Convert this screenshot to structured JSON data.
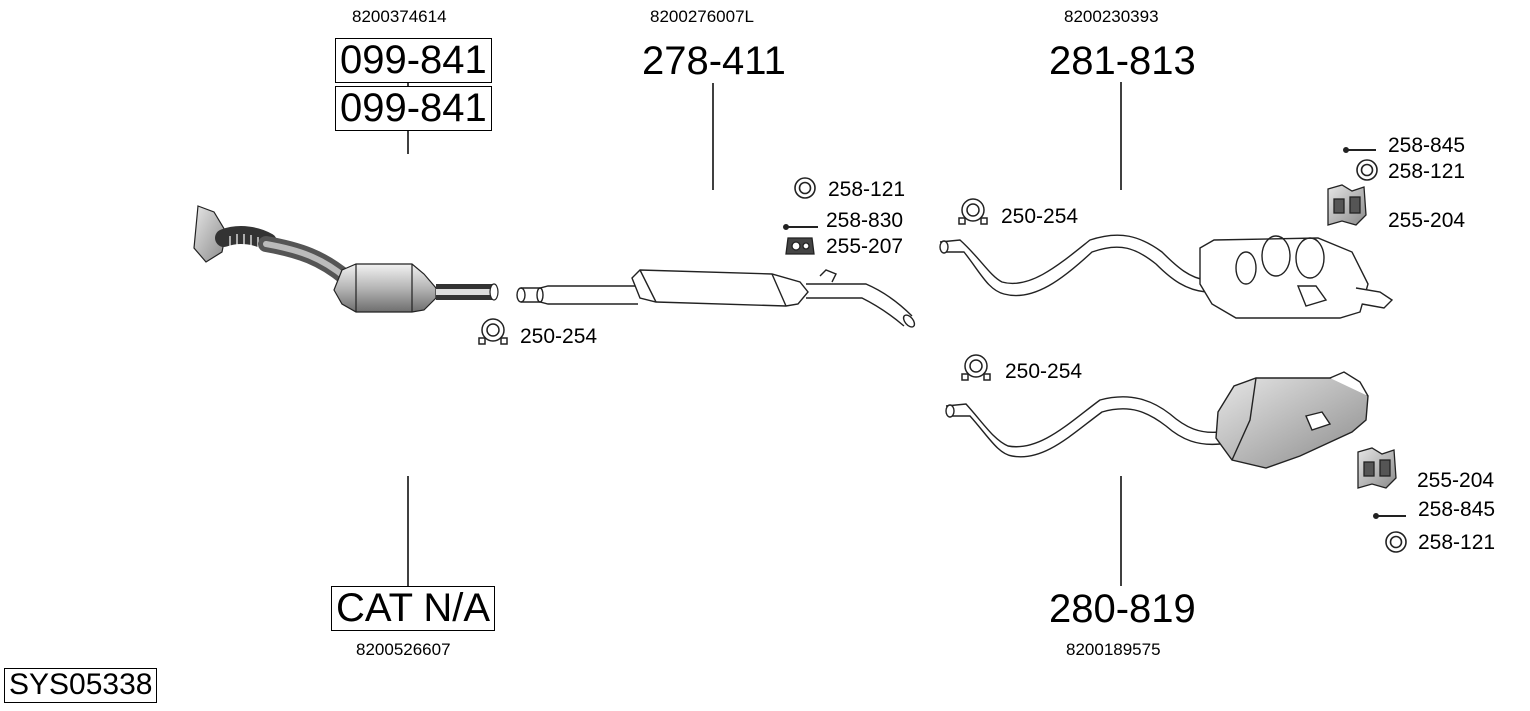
{
  "system_code": "SYS05338",
  "groups": [
    {
      "id": "cat",
      "oem": "8200374614",
      "parts": [
        "099-841",
        "099-841"
      ]
    },
    {
      "id": "middle",
      "oem": "8200276007L",
      "parts": [
        "278-411"
      ]
    },
    {
      "id": "rear_top",
      "oem": "8200230393",
      "parts": [
        "281-813"
      ]
    },
    {
      "id": "cat_na",
      "oem": "8200526607",
      "parts": [
        "CAT N/A"
      ]
    },
    {
      "id": "rear_bottom",
      "oem": "8200189575",
      "parts": [
        "280-819"
      ]
    }
  ],
  "accessories": {
    "clamp_cat": "250-254",
    "ring_middle": "258-121",
    "bolt_middle": "258-830",
    "mount_middle": "255-207",
    "clamp_rear_top": "250-254",
    "bolt_rear_top": "258-845",
    "ring_rear_top": "258-121",
    "mount_rear_top": "255-204",
    "clamp_rear_bottom": "250-254",
    "mount_rear_bottom": "255-204",
    "bolt_rear_bottom": "258-845",
    "ring_rear_bottom": "258-121"
  }
}
